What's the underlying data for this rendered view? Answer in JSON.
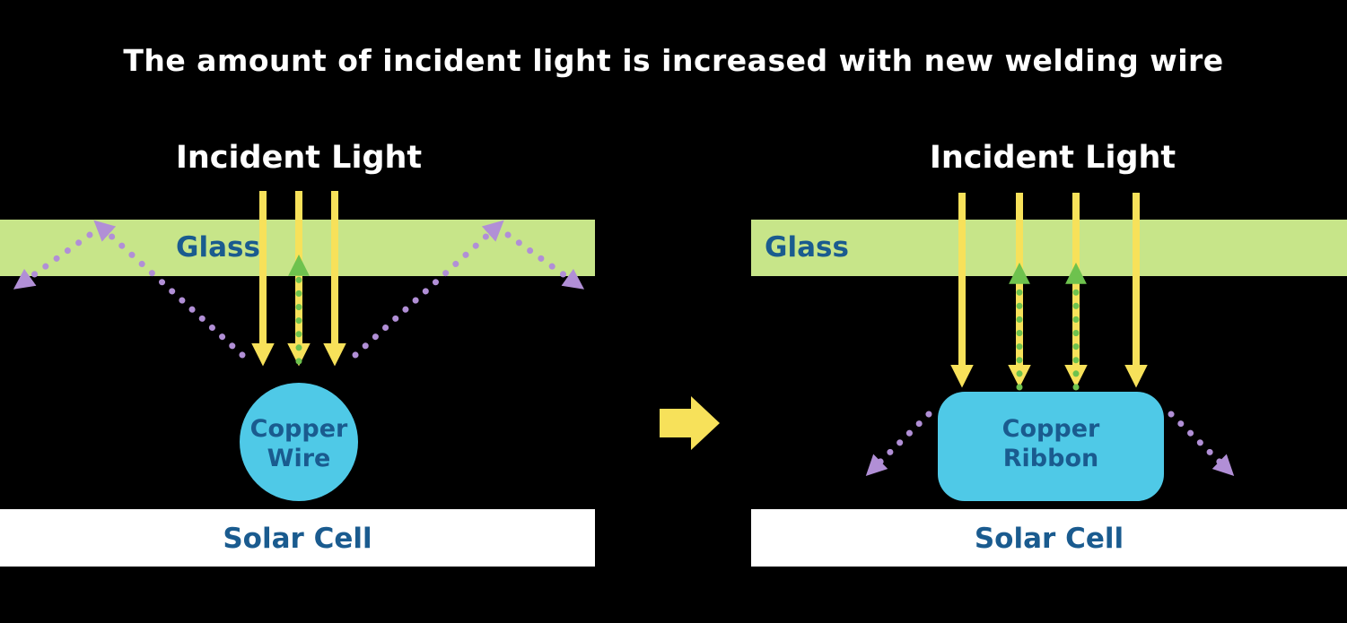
{
  "title": "The amount of incident light is increased with new welding wire",
  "colors": {
    "background": "#000000",
    "title_text": "#ffffff",
    "glass_fill": "#c7e589",
    "label_blue": "#1a5b8f",
    "incident_light_yellow": "#f7e15a",
    "reflected_green": "#6ec24e",
    "lost_light_purple": "#b18fd6",
    "copper_cyan": "#4fc9e7",
    "solar_cell_white": "#ffffff"
  },
  "left_diagram": {
    "incident_light_label": "Incident Light",
    "glass_label": "Glass",
    "conductor_label_line1": "Copper",
    "conductor_label_line2": "Wire",
    "solar_cell_label": "Solar Cell"
  },
  "right_diagram": {
    "incident_light_label": "Incident Light",
    "glass_label": "Glass",
    "conductor_label_line1": "Copper",
    "conductor_label_line2": "Ribbon",
    "solar_cell_label": "Solar Cell"
  }
}
